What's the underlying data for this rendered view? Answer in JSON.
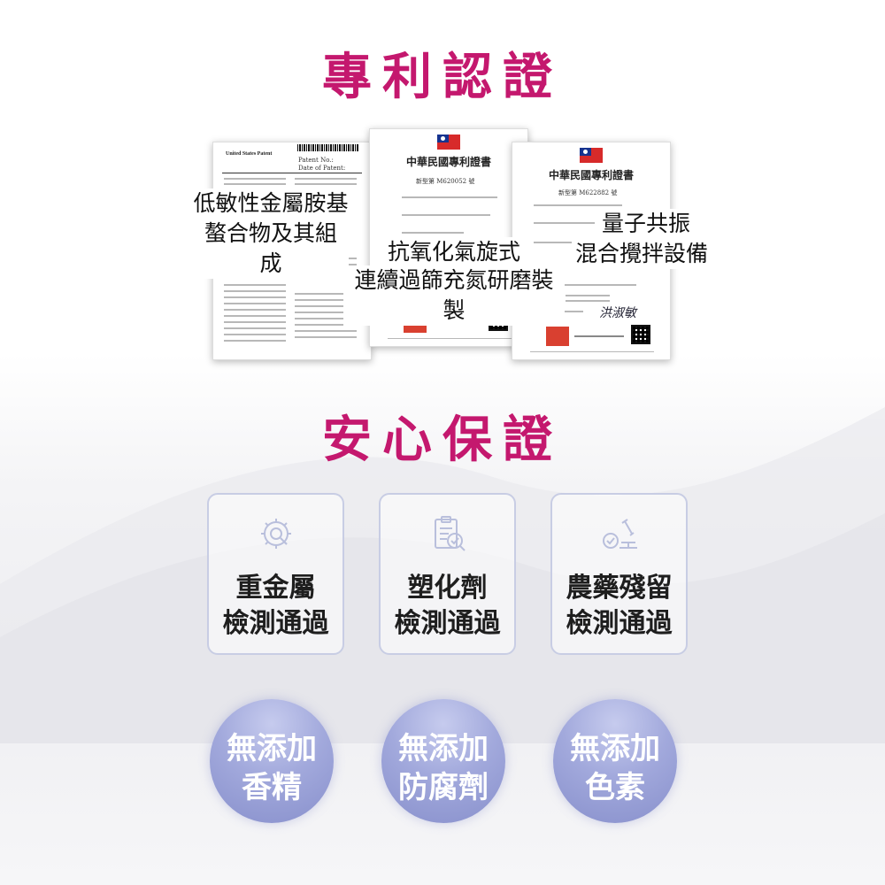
{
  "titles": {
    "patent": "專利認證",
    "assurance": "安心保證"
  },
  "certificates": [
    {
      "header": "United States Patent",
      "patent_no_label": "Patent No.:",
      "date_label": "Date of Patent:"
    },
    {
      "header": "中華民國專利證書",
      "number": "新型第 M620052 號"
    },
    {
      "header": "中華民國專利證書",
      "number": "新型第 M622882 號",
      "signature": "洪淑敏"
    }
  ],
  "overlay_labels": {
    "cert1": [
      "低敏性金屬胺基酸",
      "螯合物及其組成"
    ],
    "cert2": [
      "抗氧化氣旋式",
      "連續過篩充氮研磨裝製"
    ],
    "cert3": [
      "量子共振",
      "混合攪拌設備"
    ]
  },
  "assurance_cards": [
    {
      "icon": "gear-search-icon",
      "line1": "重金屬",
      "line2": "檢測通過"
    },
    {
      "icon": "clipboard-check-icon",
      "line1": "塑化劑",
      "line2": "檢測通過"
    },
    {
      "icon": "microscope-icon",
      "line1": "農藥殘留",
      "line2": "檢測通過"
    }
  ],
  "no_additive_badges": [
    {
      "line1": "無添加",
      "line2": "香精"
    },
    {
      "line1": "無添加",
      "line2": "防腐劑"
    },
    {
      "line1": "無添加",
      "line2": "色素"
    }
  ],
  "colors": {
    "title": "#c4186e",
    "card_border": "#c8cde4",
    "circle": "#a2a9dc"
  }
}
